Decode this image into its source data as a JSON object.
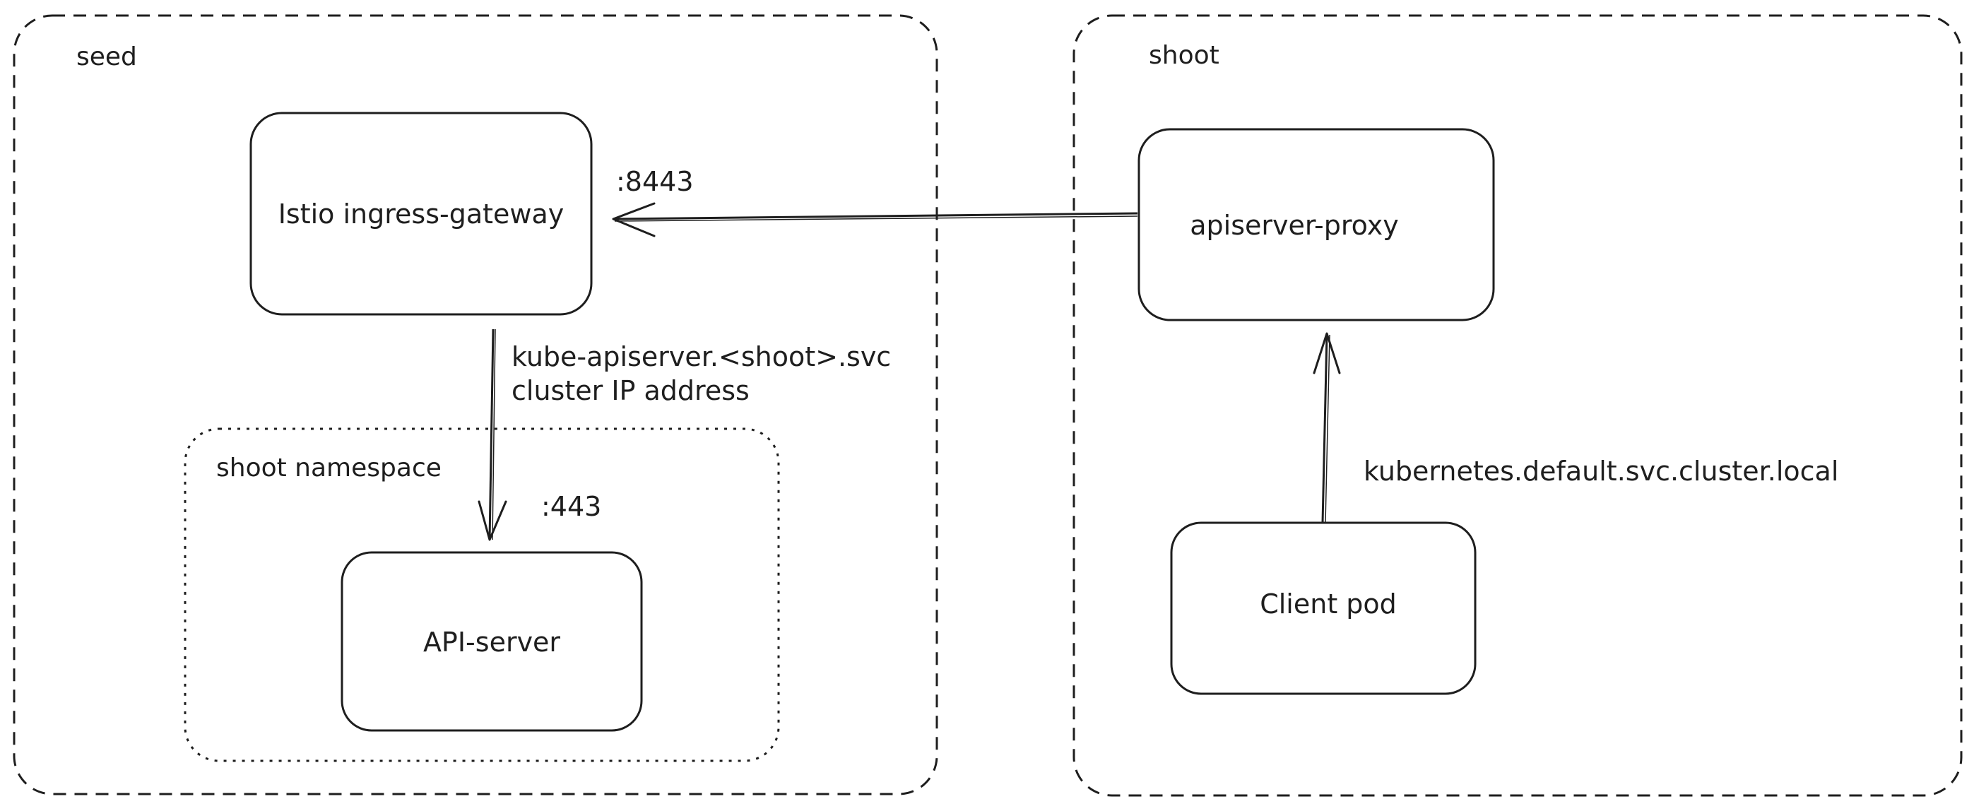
{
  "diagram": {
    "stroke_color": "#1e1e1e",
    "background_color": "#ffffff",
    "frames": {
      "seed": "seed",
      "shoot": "shoot",
      "shoot_namespace": "shoot namespace"
    },
    "nodes": {
      "istio_gateway": "Istio ingress-gateway",
      "api_server": "API-server",
      "apiserver_proxy": "apiserver-proxy",
      "client_pod": "Client pod"
    },
    "edges": {
      "gateway_to_apiserver_line1": "kube-apiserver.<shoot>.svc",
      "gateway_to_apiserver_line2": "cluster IP address",
      "client_to_proxy": "kubernetes.default.svc.cluster.local"
    },
    "ports": {
      "gateway_port": ":8443",
      "apiserver_port": ":443"
    }
  }
}
